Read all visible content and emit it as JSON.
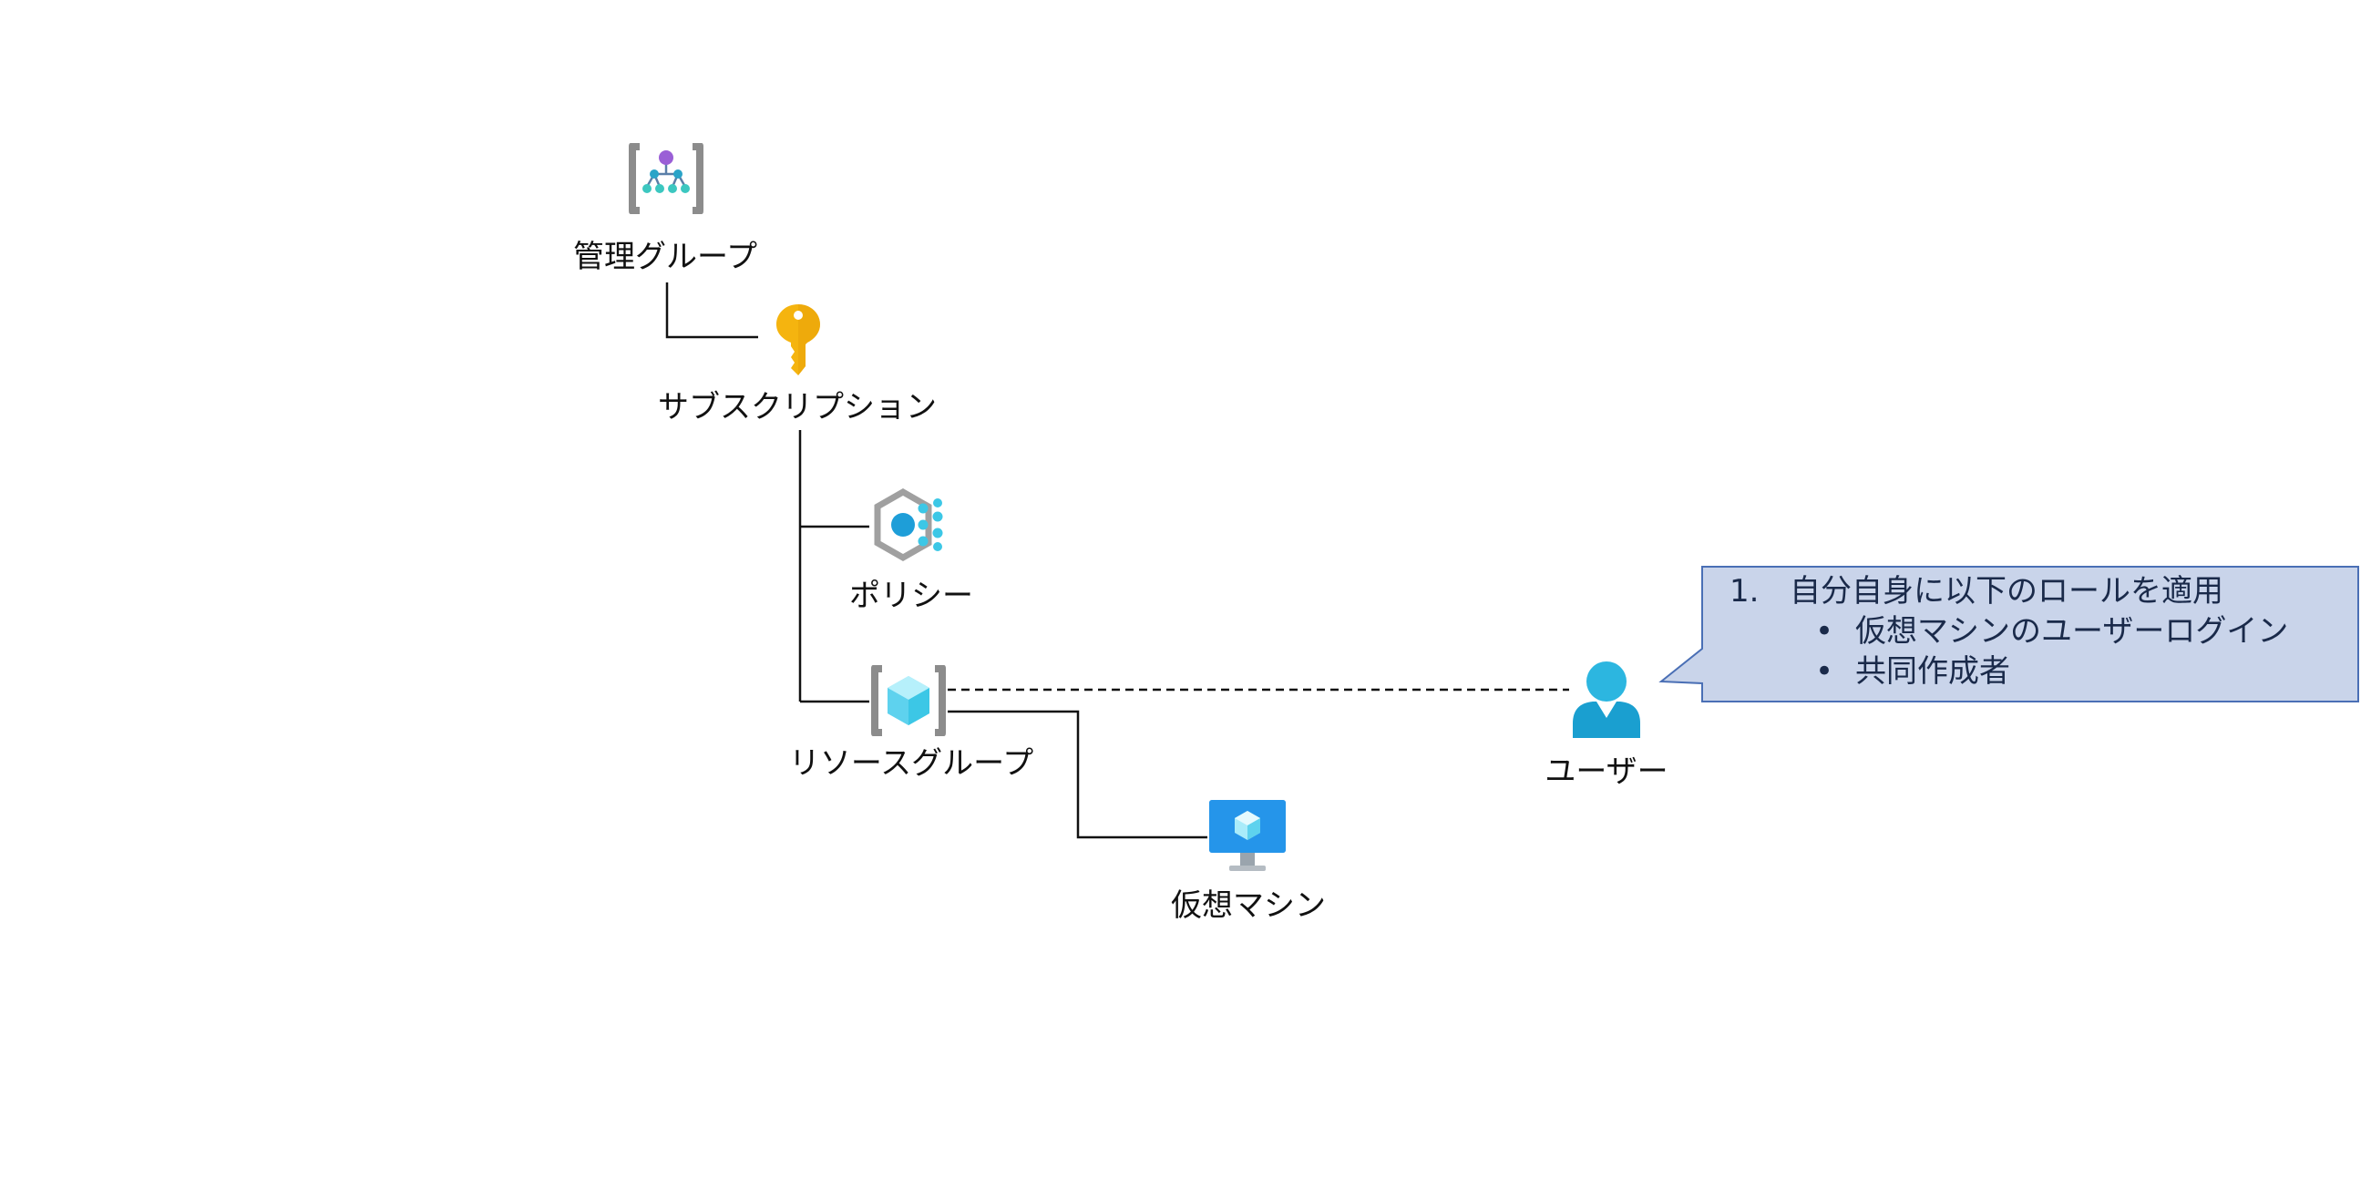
{
  "nodes": {
    "management_group": {
      "label": "管理グループ",
      "icon": "management-group-icon"
    },
    "subscription": {
      "label": "サブスクリプション",
      "icon": "key-icon"
    },
    "policy": {
      "label": "ポリシー",
      "icon": "policy-icon"
    },
    "resource_group": {
      "label": "リソースグループ",
      "icon": "resource-group-icon"
    },
    "virtual_machine": {
      "label": "仮想マシン",
      "icon": "virtual-machine-icon"
    },
    "user": {
      "label": "ユーザー",
      "icon": "user-icon"
    }
  },
  "callout": {
    "number": "1.",
    "title": "自分自身に以下のロールを適用",
    "items": [
      {
        "bullet": "•",
        "text": "仮想マシンのユーザーログイン"
      },
      {
        "bullet": "•",
        "text": "共同作成者"
      }
    ]
  },
  "colors": {
    "callout_fill": "#c9d4ea",
    "callout_border": "#4a6fb5",
    "connector": "#111111",
    "key": "#f5b40f",
    "azure_blue": "#1f8ee0",
    "cyan": "#3cc7e6",
    "purple": "#9a5fd6",
    "gray_bracket": "#8c8c8c"
  }
}
